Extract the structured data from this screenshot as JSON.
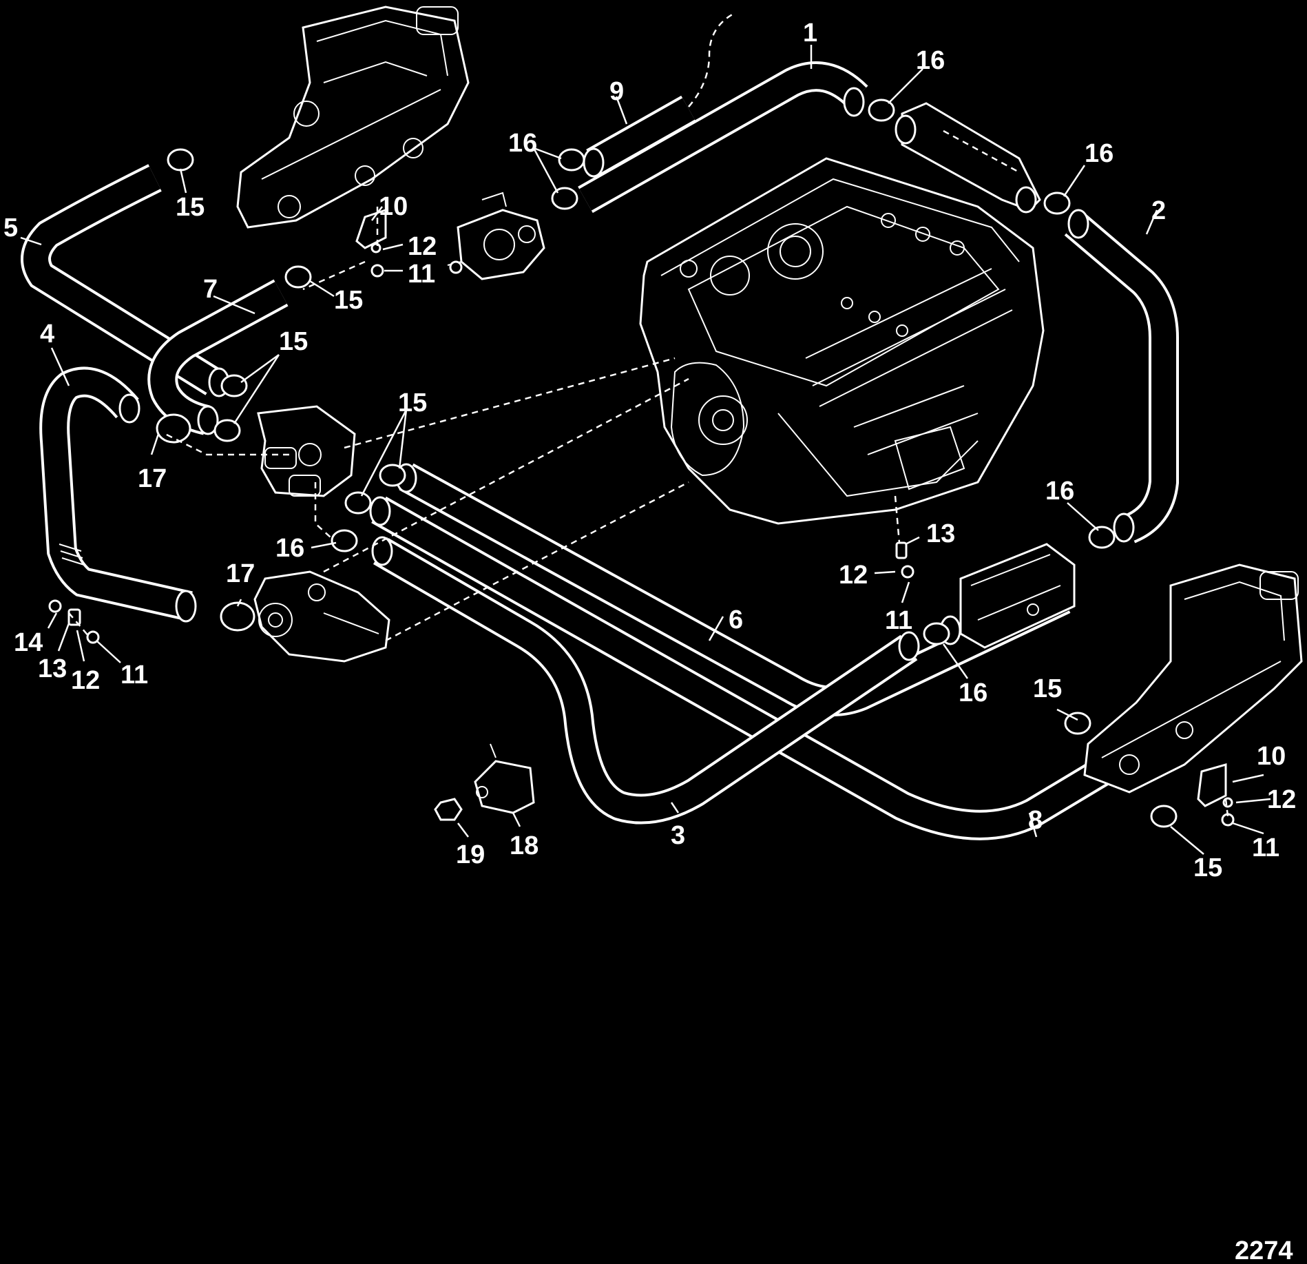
{
  "diagram": {
    "figure_number": "2274",
    "callouts": {
      "c1": "1",
      "c2": "2",
      "c3": "3",
      "c4": "4",
      "c5": "5",
      "c6": "6",
      "c7": "7",
      "c8": "8",
      "c9": "9",
      "c10a": "10",
      "c10b": "10",
      "c11a": "11",
      "c11b": "11",
      "c11c": "11",
      "c11d": "11",
      "c12a": "12",
      "c12b": "12",
      "c12c": "12",
      "c12d": "12",
      "c13a": "13",
      "c13b": "13",
      "c14": "14",
      "c15a": "15",
      "c15b": "15",
      "c15c": "15",
      "c15d": "15",
      "c15e": "15",
      "c15f": "15",
      "c16a": "16",
      "c16b": "16",
      "c16c": "16",
      "c16d": "16",
      "c16e": "16",
      "c16f": "16",
      "c17a": "17",
      "c17b": "17",
      "c18": "18",
      "c19": "19"
    }
  }
}
